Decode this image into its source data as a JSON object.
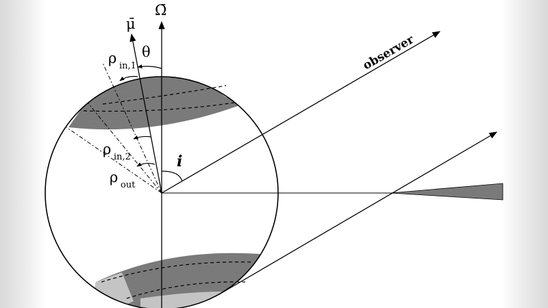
{
  "labels": {
    "omega_bar": "Ω̄",
    "mu_bar": "μ̄",
    "theta": "θ",
    "rho": "ρ",
    "in1_sub": "in,1",
    "in2_sub": "in,2",
    "out_sub": "out",
    "inclination": "i",
    "observer": "observer"
  },
  "colors": {
    "dark_band": "#7a7a7a",
    "light_band": "#c4c4c4",
    "line": "#000000",
    "background": "#ffffff"
  }
}
